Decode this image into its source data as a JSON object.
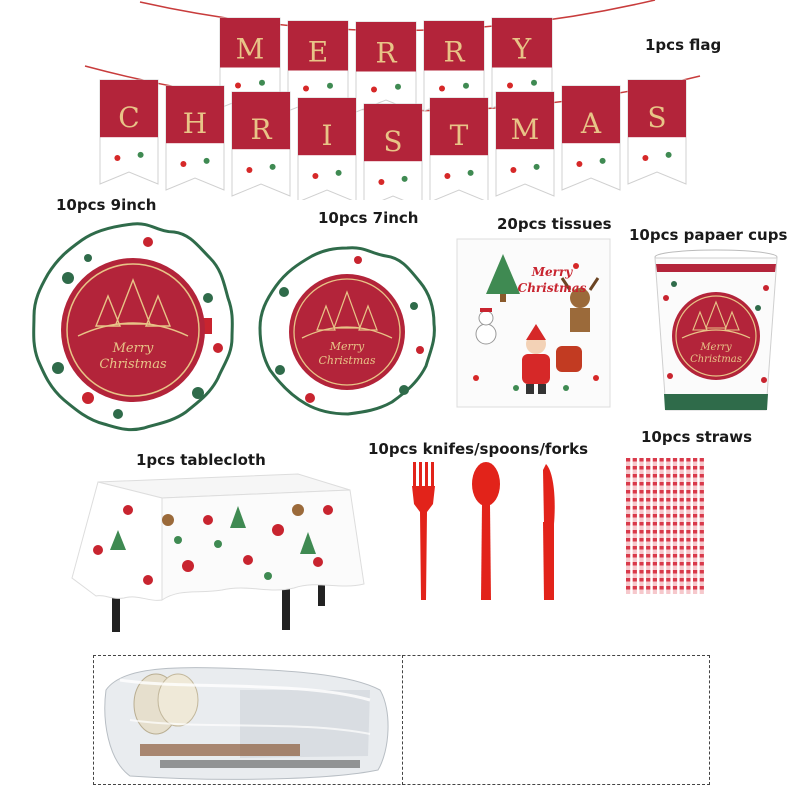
{
  "labels": {
    "flag": "1pcs flag",
    "plate9": "10pcs 9inch",
    "plate7": "10pcs 7inch",
    "tissues": "20pcs tissues",
    "cups": "10pcs papaer cups",
    "tablecloth": "1pcs tablecloth",
    "cutlery": "10pcs knifes/spoons/forks",
    "straws": "10pcs straws"
  },
  "banner": {
    "row1": [
      "M",
      "E",
      "R",
      "R",
      "Y"
    ],
    "row2": [
      "C",
      "H",
      "R",
      "I",
      "S",
      "T",
      "M",
      "A",
      "S"
    ]
  },
  "product_text": {
    "plate_line1": "Merry",
    "plate_line2": "Christmas",
    "tissue_line1": "Merry",
    "tissue_line2": "Christmas"
  },
  "colors": {
    "red": "#b3243a",
    "gold": "#e8c487",
    "green": "#2f6b4a",
    "cutlery_red": "#e2231a",
    "straw_red": "#d9394a"
  }
}
